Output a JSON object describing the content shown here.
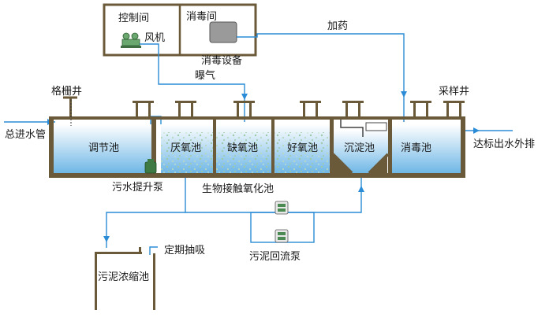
{
  "labels": {
    "control_room": "控制间",
    "disinfection_room": "消毒间",
    "blower": "风机",
    "disinfection_equipment": "消毒设备",
    "dosing": "加药",
    "aeration": "曝气",
    "screen_well": "格栅井",
    "sampling_well": "采样井",
    "main_inlet": "总进水管",
    "outlet": "达标出水外排",
    "regulating_tank": "调节池",
    "anaerobic_tank": "厌氧池",
    "anoxic_tank": "缺氧池",
    "aerobic_tank": "好氧池",
    "settling_tank": "沉淀池",
    "disinfection_tank": "消毒池",
    "lift_pump": "污水提升泵",
    "bio_contact_tank": "生物接触氧化池",
    "periodic_pumping": "定期抽吸",
    "sludge_return_pump": "污泥回流泵",
    "sludge_thickener": "污泥浓缩池"
  },
  "colors": {
    "pipe": "#2a8bd6",
    "wall": "#6b5a3a",
    "water_top": "#ffffff",
    "water_bottom": "#6fb7e6"
  }
}
